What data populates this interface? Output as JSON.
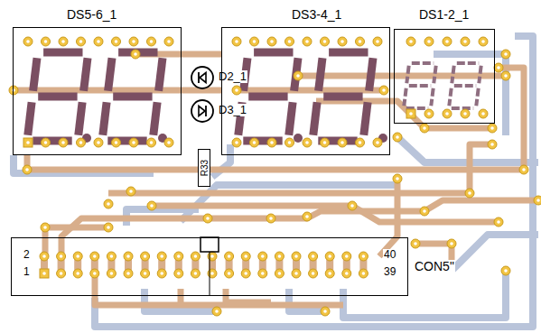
{
  "diagram": {
    "nodes": [
      {
        "text": [
          "DS5-6_1"
        ]
      },
      {
        "text": [
          "D2_1"
        ]
      },
      {
        "text": [
          "D3_1"
        ]
      },
      {
        "text": [
          "DS3-4_1"
        ]
      },
      {
        "text": [
          "DS1-2_1"
        ]
      },
      {
        "text": [
          "R33"
        ]
      },
      {
        "text": [
          "CON5\""
        ]
      }
    ],
    "labels": [
      "2",
      "1",
      "40",
      "39"
    ]
  }
}
